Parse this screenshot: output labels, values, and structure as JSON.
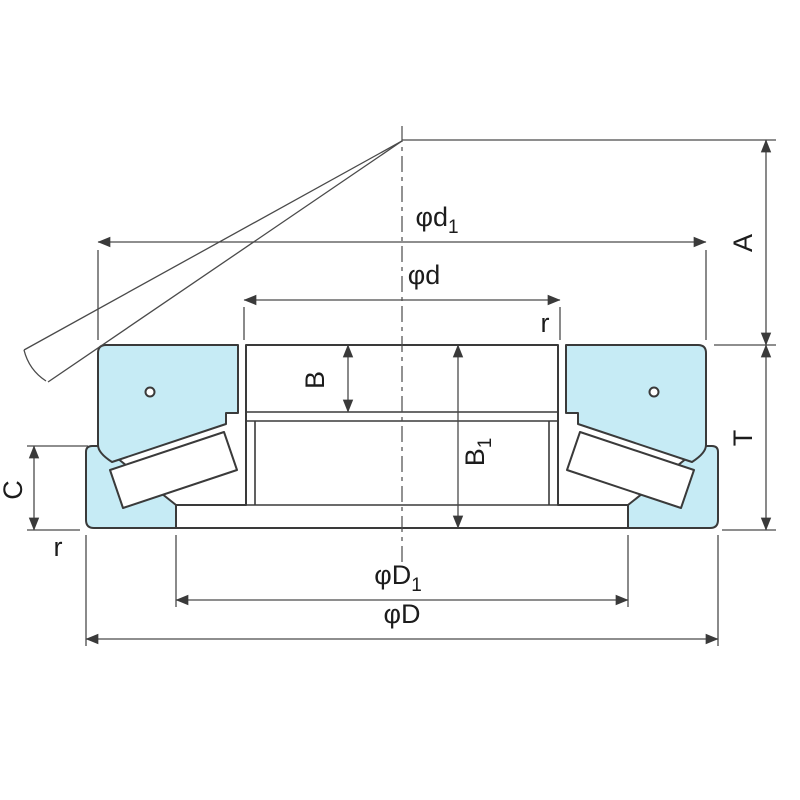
{
  "figure": {
    "type": "engineering-section-drawing",
    "subject": "spherical-roller-thrust-bearing-cross-section",
    "colors": {
      "washer_fill": "#c6ebf5",
      "line": "#3a3a3a",
      "background": "#ffffff"
    },
    "labels": {
      "d1": {
        "prefix": "φd",
        "sub": "1"
      },
      "d": "φd",
      "r_top": "r",
      "b": "B",
      "b1": {
        "prefix": "B",
        "sub": "1"
      },
      "a": "A",
      "t": "T",
      "c": "C",
      "r_bottom": "r",
      "D1": {
        "prefix": "φD",
        "sub": "1"
      },
      "D": "φD"
    }
  }
}
